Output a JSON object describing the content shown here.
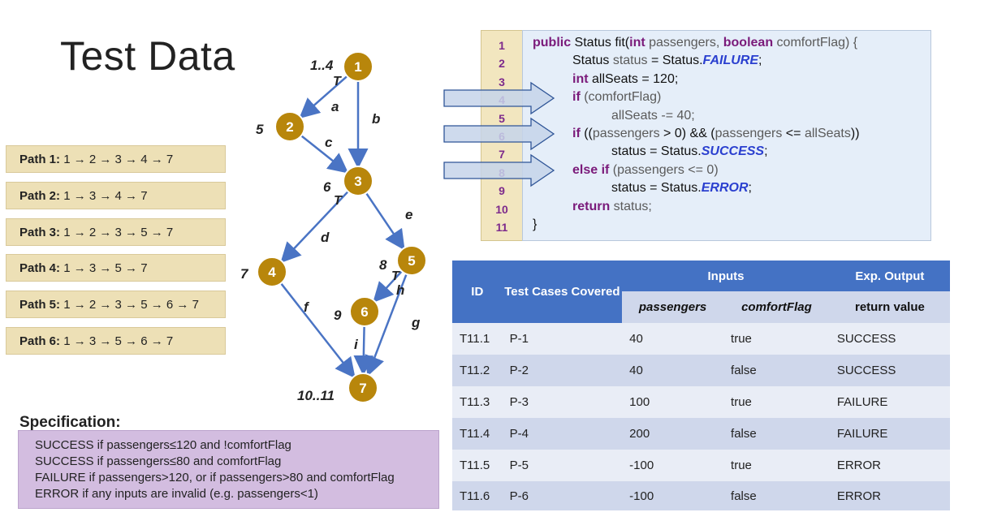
{
  "title": "Test Data",
  "paths": [
    {
      "label": "Path 1:",
      "seq": "1 → 2 → 3 → 4 → 7"
    },
    {
      "label": "Path 2:",
      "seq": "1 → 3 → 4 → 7"
    },
    {
      "label": "Path 3:",
      "seq": "1 → 2 → 3 → 5 → 7"
    },
    {
      "label": "Path 4:",
      "seq": "1 → 3 → 5 → 7"
    },
    {
      "label": "Path 5:",
      "seq": "1 → 2 → 3 → 5 → 6 → 7"
    },
    {
      "label": "Path 6:",
      "seq": "1 → 3 → 5 → 6 → 7"
    }
  ],
  "graph": {
    "nodes": [
      {
        "id": "1",
        "line_label": "1..4"
      },
      {
        "id": "2",
        "line_label": "5"
      },
      {
        "id": "3",
        "line_label": "6"
      },
      {
        "id": "4",
        "line_label": "7"
      },
      {
        "id": "5",
        "line_label": "8"
      },
      {
        "id": "6",
        "line_label": "9"
      },
      {
        "id": "7",
        "line_label": "10..11"
      }
    ],
    "edges": [
      {
        "from": "1",
        "to": "2",
        "label": "a",
        "true_marker": "T"
      },
      {
        "from": "1",
        "to": "3",
        "label": "b"
      },
      {
        "from": "2",
        "to": "3",
        "label": "c"
      },
      {
        "from": "3",
        "to": "4",
        "label": "d",
        "true_marker": "T"
      },
      {
        "from": "3",
        "to": "5",
        "label": "e"
      },
      {
        "from": "4",
        "to": "7",
        "label": "f"
      },
      {
        "from": "5",
        "to": "7",
        "label": "g"
      },
      {
        "from": "5",
        "to": "6",
        "label": "h",
        "true_marker": "T"
      },
      {
        "from": "6",
        "to": "7",
        "label": "i"
      }
    ]
  },
  "specification": {
    "title": "Specification:",
    "lines": [
      "SUCCESS if passengers≤120 and !comfortFlag",
      "SUCCESS if passengers≤80 and comfortFlag",
      "FAILURE if passengers>120, or if passengers>80 and comfortFlag",
      "ERROR if any inputs are invalid (e.g. passengers<1)"
    ]
  },
  "code": {
    "line_numbers": [
      "1",
      "2",
      "3",
      "4",
      "5",
      "6",
      "7",
      "8",
      "9",
      "10",
      "11"
    ],
    "highlighted_lines": [
      "4",
      "6",
      "8"
    ],
    "lines": [
      [
        {
          "t": "public",
          "c": "kw"
        },
        {
          "t": " Status fit("
        },
        {
          "t": "int",
          "c": "kw"
        },
        {
          "t": " passengers, ",
          "c": "var"
        },
        {
          "t": "boolean",
          "c": "kw"
        },
        {
          "t": " comfortFlag) {",
          "c": "var"
        }
      ],
      [
        {
          "t": "Status "
        },
        {
          "t": "status",
          "c": "var"
        },
        {
          "t": " = Status."
        },
        {
          "t": "FAILURE",
          "c": "const"
        },
        {
          "t": ";"
        }
      ],
      [
        {
          "t": "int",
          "c": "kw"
        },
        {
          "t": " allSeats = 120;"
        }
      ],
      [
        {
          "t": "if",
          "c": "kw"
        },
        {
          "t": " (comfortFlag)",
          "c": "var"
        }
      ],
      [
        {
          "t": "allSeats -= 40;",
          "c": "var"
        }
      ],
      [
        {
          "t": "if",
          "c": "kw"
        },
        {
          "t": " (("
        },
        {
          "t": "passengers",
          "c": "var"
        },
        {
          "t": " > 0) && ("
        },
        {
          "t": "passengers",
          "c": "var"
        },
        {
          "t": " <= "
        },
        {
          "t": "allSeats",
          "c": "var"
        },
        {
          "t": "))"
        }
      ],
      [
        {
          "t": "status = Status."
        },
        {
          "t": "SUCCESS",
          "c": "const"
        },
        {
          "t": ";"
        }
      ],
      [
        {
          "t": "else if",
          "c": "kw"
        },
        {
          "t": " (passengers <= 0)",
          "c": "var"
        }
      ],
      [
        {
          "t": "status = Status."
        },
        {
          "t": "ERROR",
          "c": "const"
        },
        {
          "t": ";"
        }
      ],
      [
        {
          "t": "return",
          "c": "kw"
        },
        {
          "t": " status;",
          "c": "var"
        }
      ],
      [
        {
          "t": "}"
        }
      ]
    ]
  },
  "table": {
    "headers": {
      "id": "ID",
      "covered": "Test Cases Covered",
      "inputs": "Inputs",
      "output": "Exp. Output",
      "passengers": "passengers",
      "comfortFlag": "comfortFlag",
      "return_value": "return value"
    },
    "rows": [
      {
        "id": "T11.1",
        "covered": "P-1",
        "passengers": "40",
        "comfortFlag": "true",
        "output": "SUCCESS"
      },
      {
        "id": "T11.2",
        "covered": "P-2",
        "passengers": "40",
        "comfortFlag": "false",
        "output": "SUCCESS"
      },
      {
        "id": "T11.3",
        "covered": "P-3",
        "passengers": "100",
        "comfortFlag": "true",
        "output": "FAILURE"
      },
      {
        "id": "T11.4",
        "covered": "P-4",
        "passengers": "200",
        "comfortFlag": "false",
        "output": "FAILURE"
      },
      {
        "id": "T11.5",
        "covered": "P-5",
        "passengers": "-100",
        "comfortFlag": "true",
        "output": "ERROR"
      },
      {
        "id": "T11.6",
        "covered": "P-6",
        "passengers": "-100",
        "comfortFlag": "false",
        "output": "ERROR"
      }
    ]
  },
  "colors": {
    "node_fill": "#b8860b",
    "edge": "#4a74c4",
    "path_box": "#ede0b6",
    "spec_box": "#d3bde0",
    "code_bg": "#e5eef9",
    "line_num_bg": "#f2e6bf",
    "keyword": "#7a1a7a",
    "constant": "#2a3fcf",
    "table_header": "#4472c4"
  }
}
